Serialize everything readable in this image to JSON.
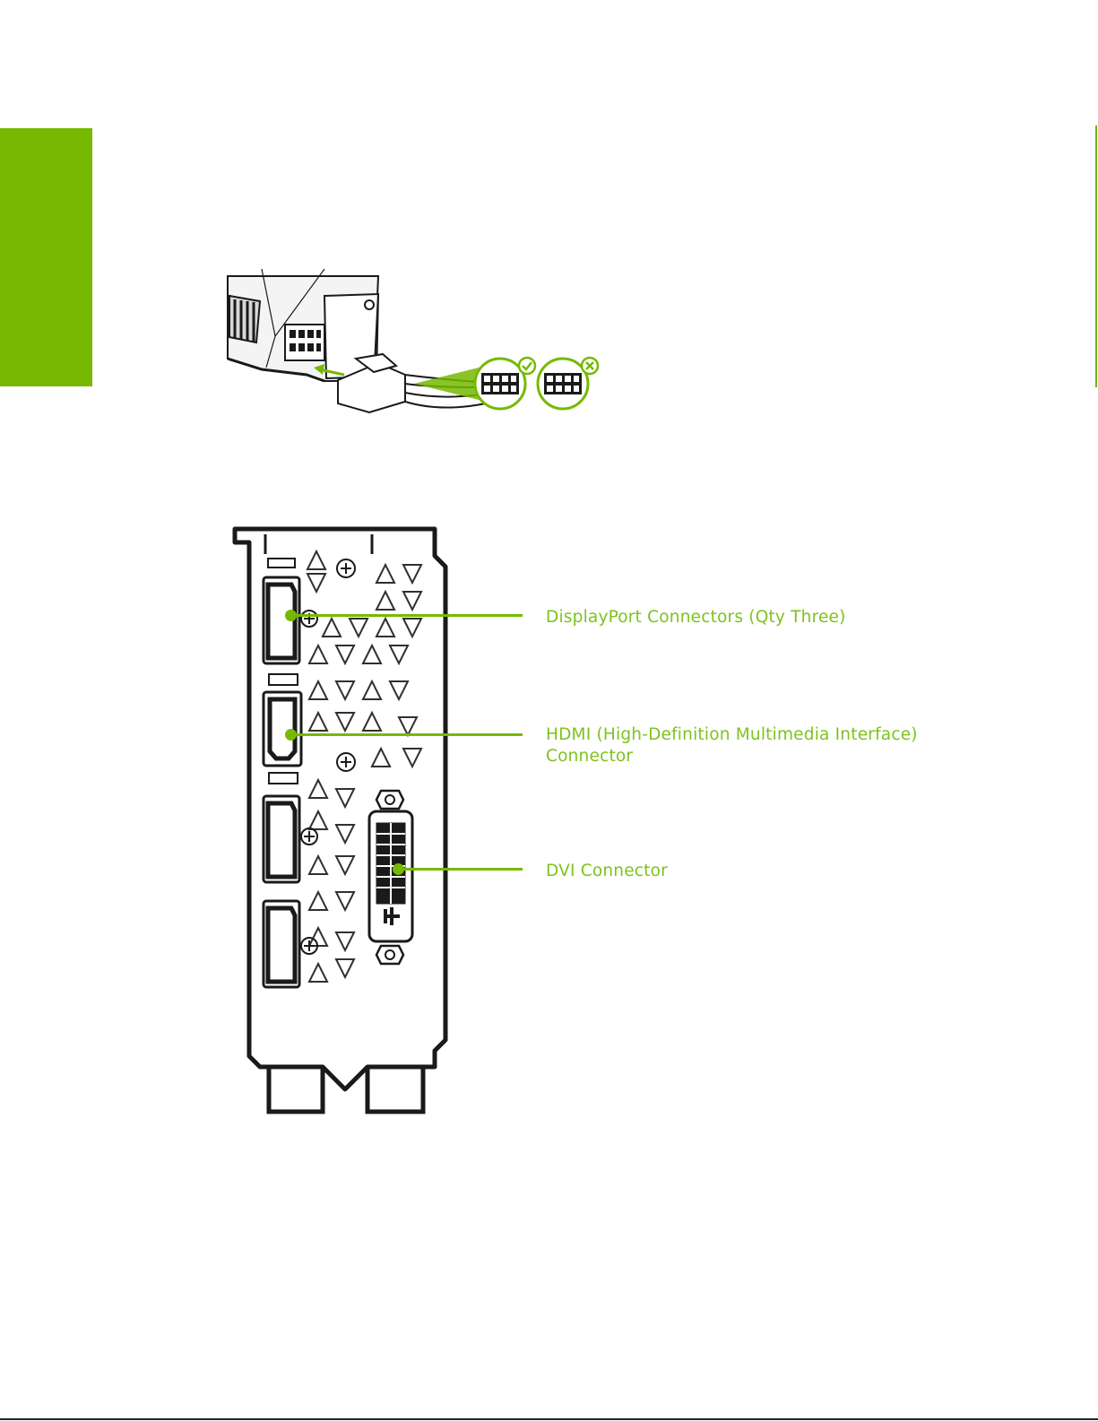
{
  "figure": {
    "callouts": [
      {
        "id": "displayport",
        "text": "DisplayPort Connectors (Qty Three)"
      },
      {
        "id": "hdmi",
        "line1": "HDMI (High-Definition Multimedia Interface)",
        "line2": "Connector"
      },
      {
        "id": "dvi",
        "text": "DVI Connector"
      }
    ]
  },
  "colors": {
    "accent": "#76b900",
    "label": "#7ec21d",
    "ink": "#1a1a1a"
  },
  "icons": [
    "check-icon",
    "cross-icon",
    "arrow-left-icon"
  ]
}
